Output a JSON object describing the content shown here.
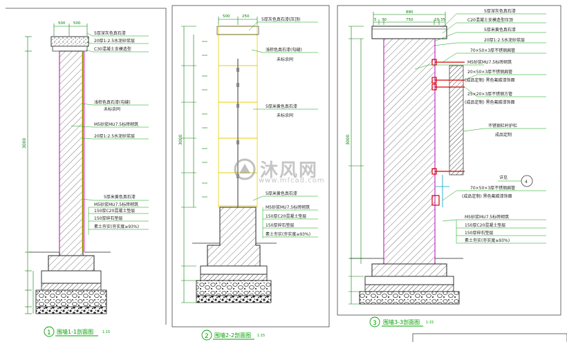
{
  "watermark": {
    "brand_cn": "沐风网",
    "url": "www.mfcad.com"
  },
  "panels": [
    {
      "id": "1",
      "caption": "围墙1-1剖面图",
      "scale": "1:15",
      "dims": {
        "top": [
          "500",
          "500"
        ],
        "height": "3000"
      },
      "labels": [
        "5厚深灰色真石漆",
        "20厚1:2.5水泥砂浆层",
        "C30混凝土支模造型",
        "浅棕色真石漆(勾缝)",
        "未标余同",
        "M5砂浆MU7.5标砖砌筑",
        "20厚1:2.5水泥砂浆层",
        "5厚米黄色真石漆",
        "M5砂浆MU7.5标砖砌筑",
        "150厚C20混凝土垫层",
        "150厚碎石垫层",
        "素土夯实(夯实度≥93%)"
      ]
    },
    {
      "id": "2",
      "caption": "围墙2-2剖面图",
      "scale": "1:15",
      "dims": {
        "top": [
          "500",
          "250"
        ],
        "height": "3000"
      },
      "labels": [
        "5厚灰色真石漆(压顶)",
        "浅棕色真石漆(勾缝)",
        "未标余同",
        "5厚米黄色真石漆",
        "未标余同",
        "5厚米黄色真石漆",
        "M5砂浆MU7.5标砖砌筑",
        "150厚C20混凝土垫层",
        "150厚碎石垫层",
        "素土夯实(夯实度≥93%)"
      ]
    },
    {
      "id": "3",
      "caption": "围墙3-3剖面图",
      "scale": "1:15",
      "dims": {
        "top": [
          "880",
          "5",
          "70",
          "750",
          "20",
          "35"
        ],
        "height": "3000"
      },
      "labels": [
        "5厚深灰色真石漆",
        "C20混凝土支模造型压顶",
        "5厚米黄色真石漆",
        "20厚1:2.5水泥砂浆层",
        "70×50×3厚不锈钢扁管",
        "M5砂浆MU7.5标砖砌筑",
        "20×50×3厚不锈钢扁管",
        "(成品定制) 黑色氟碳漆饰面",
        "25×20×3厚不锈钢方管",
        "(成品定制) 黑色氟碳漆饰面",
        "不锈钢栏杆护栏",
        "成品定制",
        "详见",
        "4",
        "70×50×3厚不锈钢扁管",
        "(成品定制) 黑色氟碳漆饰面",
        "M5砂浆MU7.5标砖砌筑",
        "150厚C20混凝土垫层",
        "150厚碎石垫层",
        "素土夯实(夯实度≥93%)"
      ]
    }
  ],
  "colors": {
    "line": "#222222",
    "dim": "#007a00",
    "leader": "#00a000",
    "yellow": "#e6cf00",
    "magenta": "#d000d0",
    "red": "#d40000",
    "cyan": "#00a0c0",
    "hatch": "#555555",
    "border_green": "#7ccc7c"
  }
}
